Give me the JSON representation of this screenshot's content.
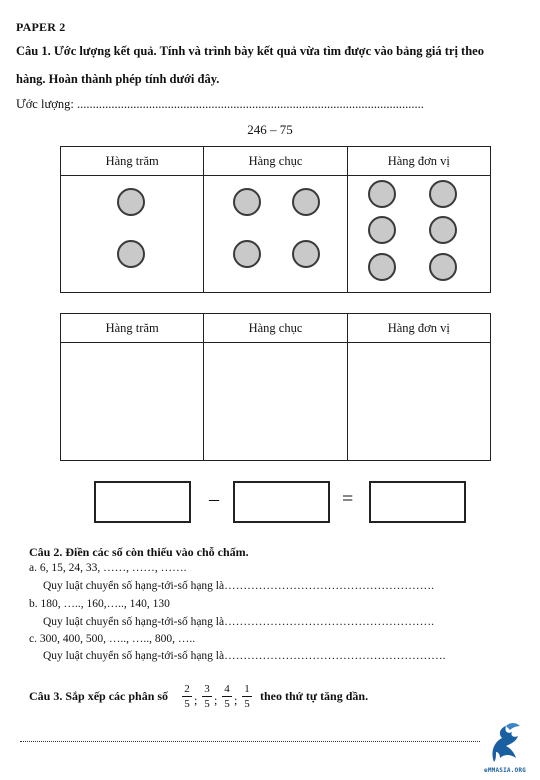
{
  "header": {
    "paper": "PAPER 2"
  },
  "q1": {
    "line1": "Câu 1. Ước lượng kết quả. Tính và trình bày kết quả vừa tìm được vào bảng giá trị theo",
    "line2": "hàng. Hoàn thành phép tính dưới đây.",
    "estimate": "Ước lượng: ...............................................................................................................",
    "expression": "246 – 75",
    "columns": [
      "Hàng trăm",
      "Hàng chục",
      "Hàng đơn vị"
    ],
    "counters": {
      "hundreds": 2,
      "tens": 4,
      "ones": 6
    },
    "minus": "–",
    "equals": "="
  },
  "q2": {
    "title": "Câu 2. Điền các số còn thiếu vào chỗ chấm.",
    "a_seq": "a.  6, 15, 24, 33, ……, ……, …….",
    "a_rule": "Quy luật chuyển số hạng-tới-số hạng là……………………………………………….",
    "b_seq": "b. 180, ….., 160,….., 140, 130",
    "b_rule": "Quy luật chuyển số hạng-tới-số hạng là……………………………………………….",
    "c_seq": "c. 300, 400, 500, ….., ….., 800, …..",
    "c_rule": "Quy luật chuyển số hạng-tới-số hạng là…………………………………………………."
  },
  "q3": {
    "prefix": "Câu 3. Sắp xếp các phân số",
    "fractions": [
      {
        "num": "2",
        "den": "5"
      },
      {
        "num": "3",
        "den": "5"
      },
      {
        "num": "4",
        "den": "5"
      },
      {
        "num": "1",
        "den": "5"
      }
    ],
    "separator": ";",
    "suffix": "theo thứ tự tăng dần."
  },
  "footer": {
    "logo_text": "eMMASIA.ORG",
    "logo_color": "#1a5fa0"
  }
}
